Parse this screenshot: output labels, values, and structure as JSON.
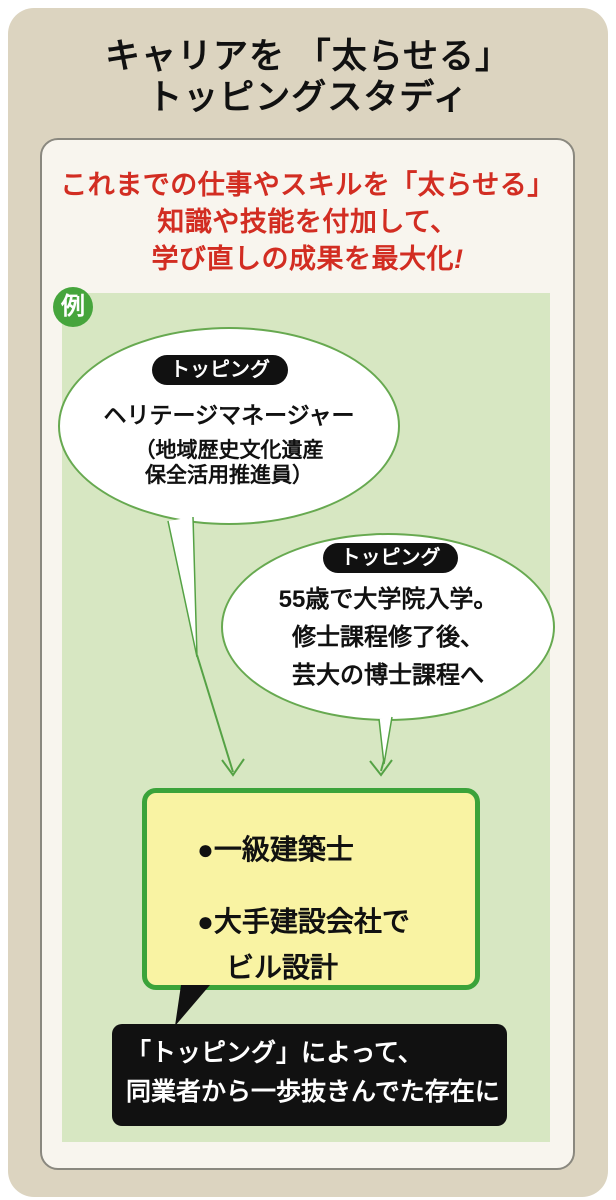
{
  "title": {
    "line1": "キャリアを 「太らせる」",
    "line2": "トッピングスタディ"
  },
  "intro": {
    "line1": "これまでの仕事やスキルを「太らせる」",
    "line2": "知識や技能を付加して、",
    "line3": "学び直しの成果を最大化",
    "line3_suffix": "!"
  },
  "example_badge": "例",
  "topping_bubble_1": {
    "tag": "トッピング",
    "line1": "ヘリテージマネージャー",
    "line2": "（地域歴史文化遺産",
    "line3": "保全活用推進員）"
  },
  "topping_bubble_2": {
    "tag": "トッピング",
    "line1": "55歳で大学院入学。",
    "line2": "修士課程修了後、",
    "line3": "芸大の博士課程へ"
  },
  "base_box": {
    "item1_bullet": "●",
    "item1_text": "一級建築士",
    "item2_bullet": "●",
    "item2_line1": "大手建設会社で",
    "item2_line2": "ビル設計"
  },
  "callout": {
    "line1": "「トッピング」によって、",
    "line2": "同業者から一歩抜きんでた存在に"
  },
  "colors": {
    "page_bg": "#ffffff",
    "card_bg": "#dcd4c0",
    "panel_bg": "#f8f5ee",
    "panel_border": "#8a887f",
    "green_bg": "#d7e7c2",
    "badge_green": "#46a53c",
    "ellipse_border": "#67a950",
    "arrow_green": "#55a245",
    "yellow_bg": "#f9f3a3",
    "yellow_border": "#3ba33a",
    "red_text": "#d22d22",
    "ink_black": "#111111",
    "white": "#ffffff"
  }
}
